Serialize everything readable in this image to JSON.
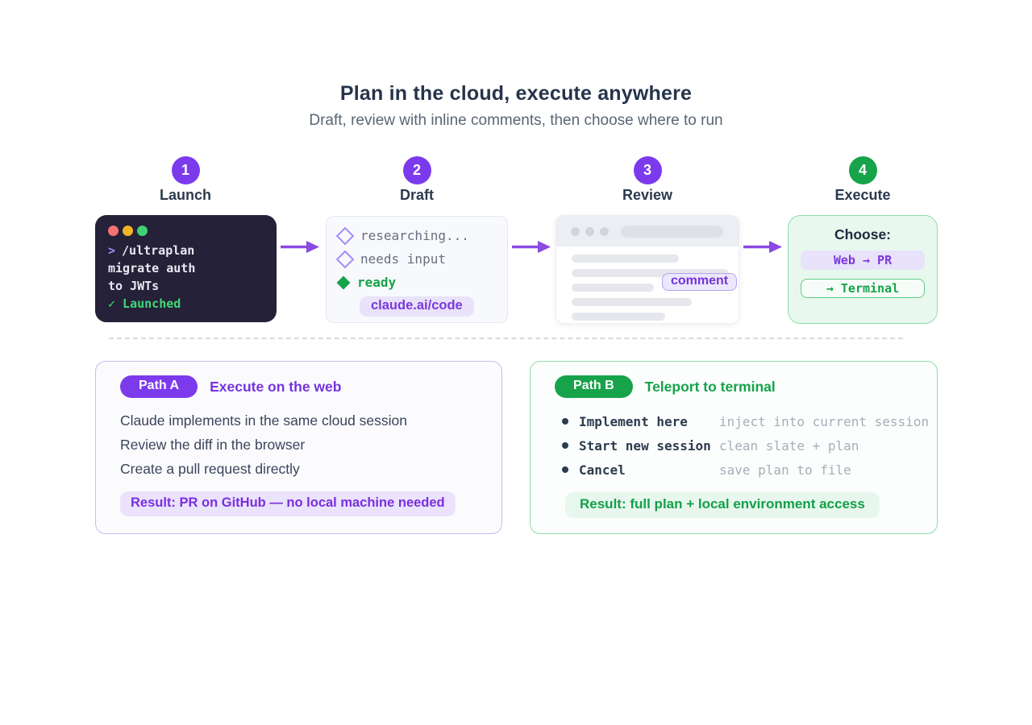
{
  "header": {
    "title": "Plan in the cloud, execute anywhere",
    "subtitle": "Draft, review with inline comments, then choose where to run"
  },
  "steps": [
    {
      "number": "1",
      "label": "Launch"
    },
    {
      "number": "2",
      "label": "Draft"
    },
    {
      "number": "3",
      "label": "Review"
    },
    {
      "number": "4",
      "label": "Execute"
    }
  ],
  "terminal": {
    "prompt": ">",
    "lines": [
      "/ultraplan",
      "migrate auth",
      "to JWTs"
    ],
    "status": "✓ Launched"
  },
  "draft": {
    "items": [
      {
        "state": "pending",
        "label": "researching..."
      },
      {
        "state": "pending",
        "label": "needs input"
      },
      {
        "state": "ready",
        "label": "ready"
      }
    ],
    "badge": "claude.ai/code"
  },
  "review": {
    "comment_label": "comment"
  },
  "execute": {
    "heading": "Choose:",
    "web_option": "Web → PR",
    "terminal_option": "→ Terminal"
  },
  "path_a": {
    "badge": "Path A",
    "heading": "Execute on the web",
    "lines": [
      "Claude implements in the same cloud session",
      "Review the diff in the browser",
      "Create a pull request directly"
    ],
    "result": "Result: PR on GitHub — no local machine needed"
  },
  "path_b": {
    "badge": "Path B",
    "heading": "Teleport to terminal",
    "options": [
      {
        "term": "Implement here",
        "desc": "inject into current session"
      },
      {
        "term": "Start new session",
        "desc": "clean slate + plan"
      },
      {
        "term": "Cancel",
        "desc": "save plan to file"
      }
    ],
    "result": "Result: full plan + local environment access"
  },
  "colors": {
    "accent_purple": "#7c3aed",
    "accent_green": "#17a34a",
    "terminal_background": "#242138",
    "terminal_status_green": "#41d877",
    "dot_red": "#f47171",
    "dot_yellow": "#f0b429",
    "dot_green": "#3fd171"
  }
}
